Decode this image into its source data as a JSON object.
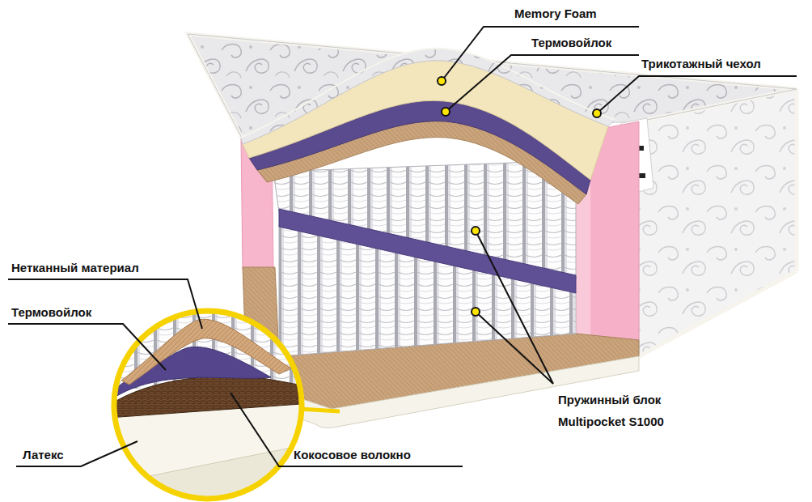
{
  "diagram": {
    "labels": [
      "Memory Foam",
      "Термовойлок",
      "Трикотажный чехол",
      "Нетканный материал",
      "Термовойлок",
      "Латекс",
      "Кокосовое волокно",
      "Пружинный блок Multipocket S1000"
    ]
  }
}
